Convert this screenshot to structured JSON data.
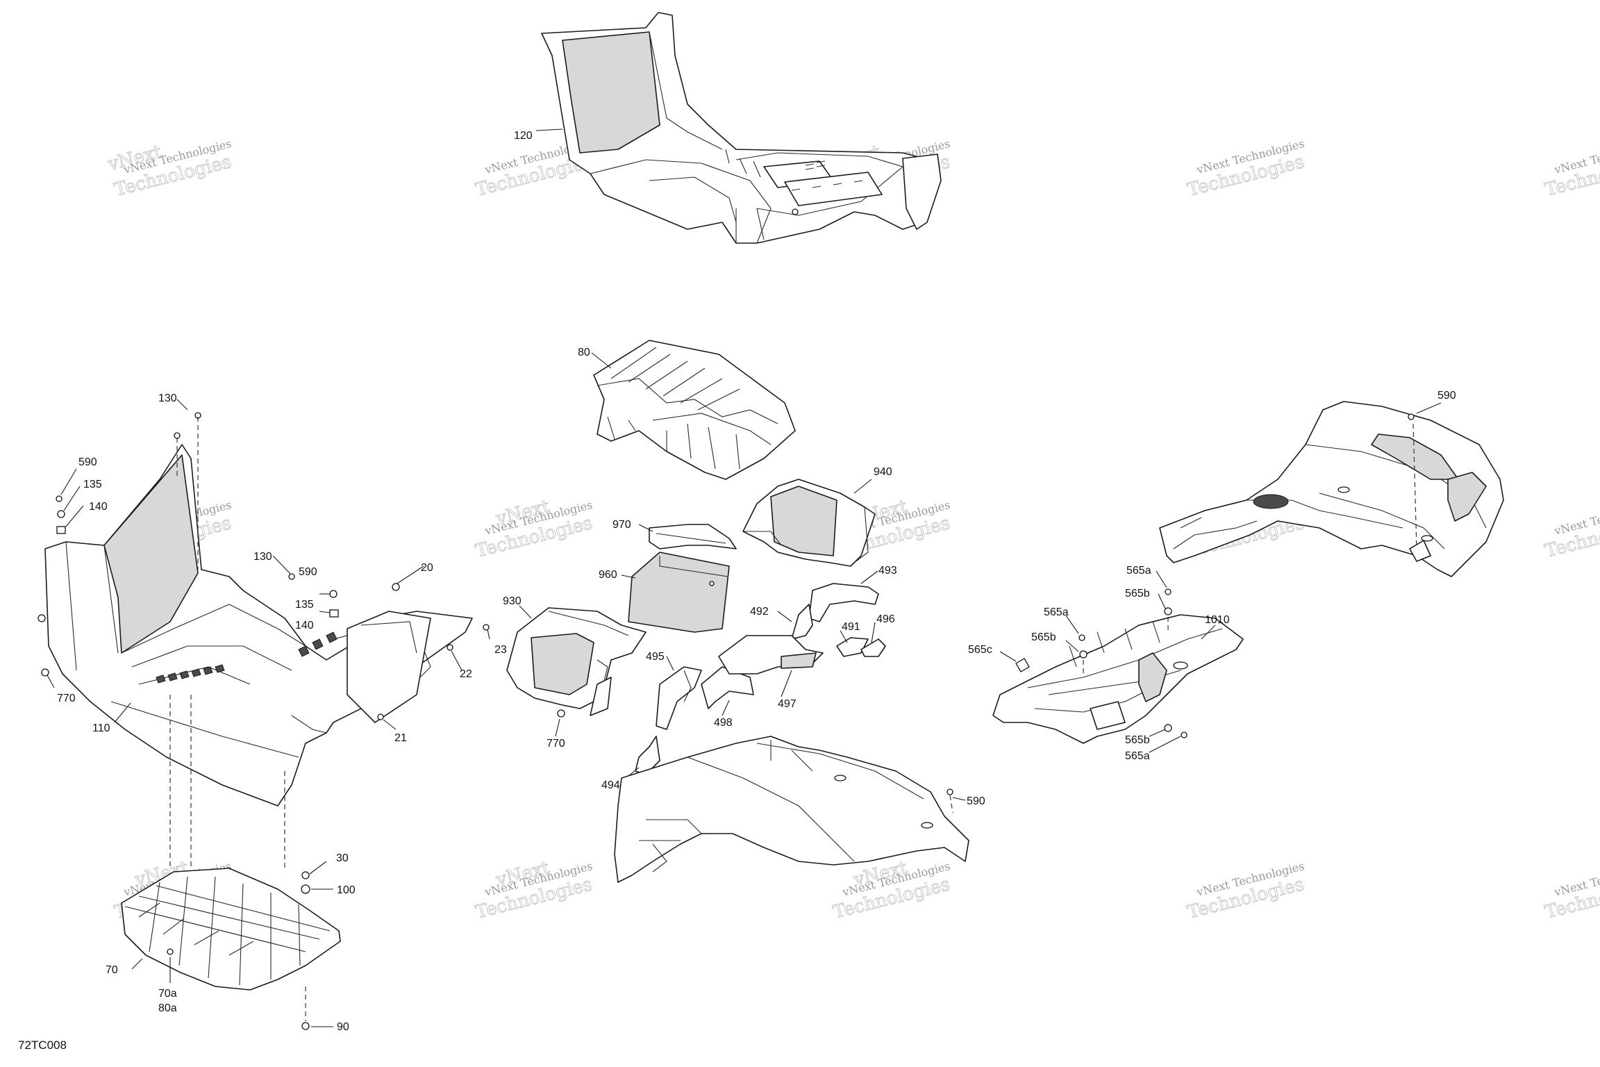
{
  "figure_id": "72TC008",
  "watermark": {
    "line1": "vNext Technologies",
    "line2": "Technologies",
    "small": "vNext"
  },
  "callouts": {
    "c120": "120",
    "c80": "80",
    "c130a": "130",
    "c590a": "590",
    "c135a": "135",
    "c140a": "140",
    "c770a": "770",
    "c110": "110",
    "c130b": "130",
    "c590b": "590",
    "c135b": "135",
    "c140b": "140",
    "c20": "20",
    "c23": "23",
    "c22": "22",
    "c21": "21",
    "c30": "30",
    "c100": "100",
    "c70": "70",
    "c70a": "70a",
    "c80a": "80a",
    "c90": "90",
    "c970": "970",
    "c960": "960",
    "c930": "930",
    "c770b": "770",
    "c940": "940",
    "c493": "493",
    "c492": "492",
    "c491": "491",
    "c496": "496",
    "c495": "495",
    "c497": "497",
    "c498": "498",
    "c494": "494",
    "c590c": "590",
    "c590d": "590",
    "c565a1": "565a",
    "c565b1": "565b",
    "c565a2": "565a",
    "c565b2": "565b",
    "c565c": "565c",
    "c1010": "1010",
    "c565b3": "565b",
    "c565a3": "565a"
  }
}
